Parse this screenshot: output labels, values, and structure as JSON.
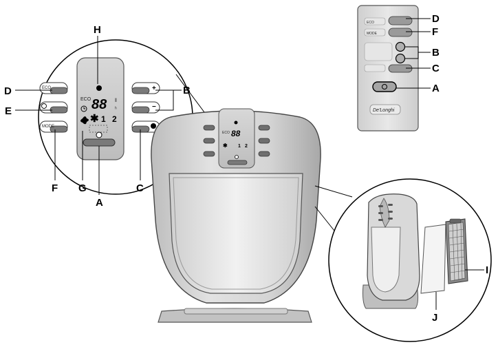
{
  "callouts": {
    "H": "H",
    "D": "D",
    "E": "E",
    "F": "F",
    "G": "G",
    "A": "A",
    "C": "C",
    "B": "B",
    "I": "I",
    "J": "J"
  },
  "zoom_panel": {
    "eco_label": "ECO",
    "mode_label": "MODE",
    "plus": "+",
    "minus": "−",
    "lcd_eco": "ECO",
    "lcd_digits": "88",
    "lcd_speed_1": "1",
    "lcd_speed_2": "2"
  },
  "unit_panel": {
    "lcd_eco": "ECO",
    "lcd_digits": "88",
    "lcd_speed_1": "1",
    "lcd_speed_2": "2"
  },
  "remote": {
    "eco_label": "ECO",
    "mode_label": "MODE",
    "brand": "De'Longhi"
  }
}
